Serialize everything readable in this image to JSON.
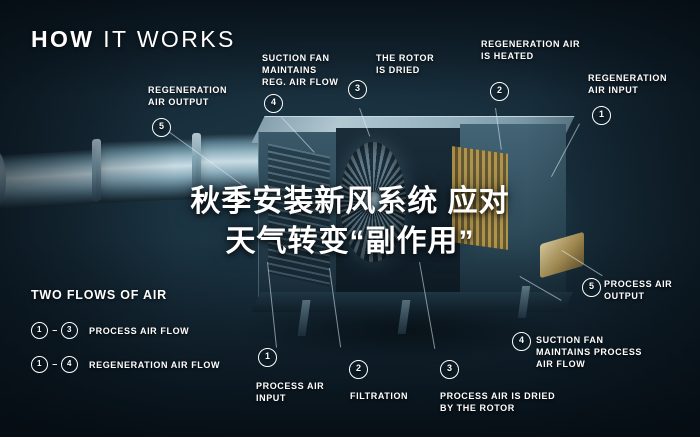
{
  "header": {
    "title_bold": "HOW",
    "title_light": " IT WORKS"
  },
  "overlay": {
    "line1": "秋季安装新风系统 应对",
    "line2": "天气转变“副作用”"
  },
  "callouts": [
    {
      "id": "5",
      "label": "REGENERATION\nAIR OUTPUT"
    },
    {
      "id": "4",
      "label": "SUCTION FAN\nMAINTAINS\nREG. AIR FLOW"
    },
    {
      "id": "3",
      "label": "THE ROTOR\nIS DRIED"
    },
    {
      "id": "2",
      "label": "REGENERATION AIR\nIS HEATED"
    },
    {
      "id": "1",
      "label": "REGENERATION\nAIR INPUT"
    },
    {
      "id": "5",
      "label": "PROCESS AIR\nOUTPUT"
    },
    {
      "id": "4",
      "label": "SUCTION FAN\nMAINTAINS PROCESS\nAIR FLOW"
    },
    {
      "id": "1",
      "label": "PROCESS AIR\nINPUT"
    },
    {
      "id": "2",
      "label": "FILTRATION"
    },
    {
      "id": "3",
      "label": "PROCESS AIR IS DRIED\nBY THE ROTOR"
    }
  ],
  "legend": {
    "title": "TWO FLOWS OF AIR",
    "rows": [
      {
        "from": "1",
        "to": "3",
        "label": "PROCESS AIR FLOW"
      },
      {
        "from": "1",
        "to": "4",
        "label": "REGENERATION AIR FLOW"
      }
    ],
    "dash": "–"
  },
  "colors": {
    "background": "#0d1b26",
    "accent": "#ffffff",
    "duct_highlight": "#cfe2ea",
    "heater": "#c8a85f"
  }
}
